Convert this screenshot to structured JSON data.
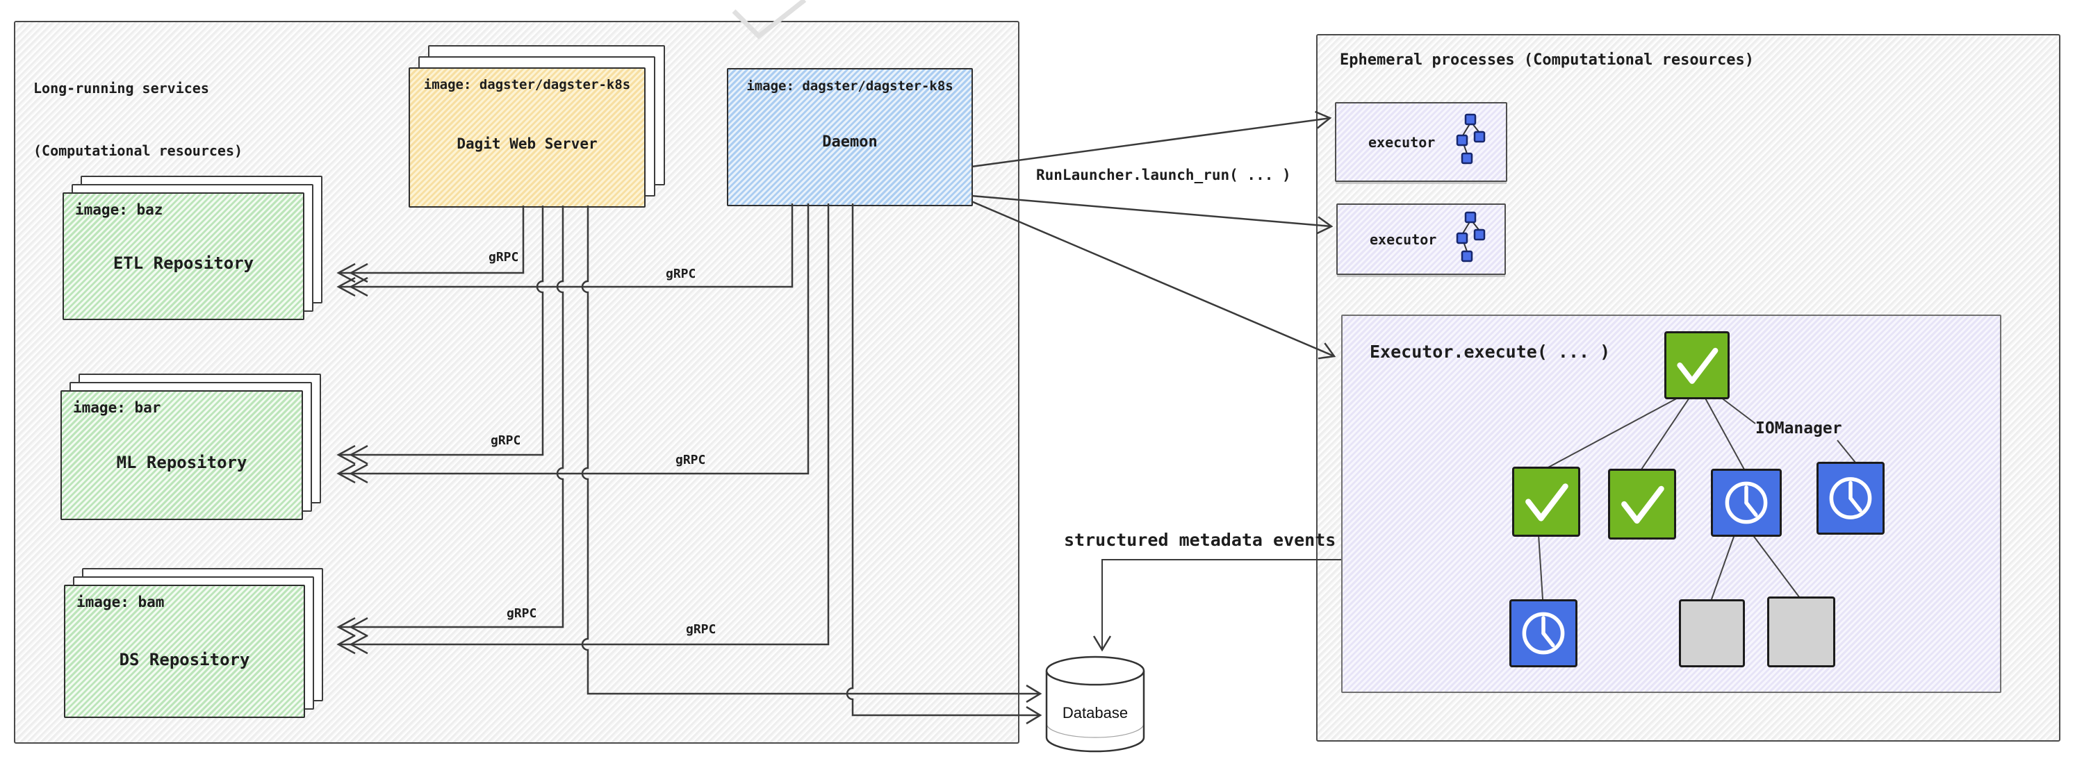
{
  "left_panel": {
    "title_line1": "Long-running services",
    "title_line2": "(Computational resources)"
  },
  "right_panel": {
    "title": "Ephemeral processes (Computational resources)"
  },
  "dagit": {
    "image_label": "image: dagster/dagster-k8s",
    "name": "Dagit Web Server"
  },
  "daemon": {
    "image_label": "image: dagster/dagster-k8s",
    "name": "Daemon"
  },
  "repositories": [
    {
      "image_label": "image: baz",
      "name": "ETL Repository"
    },
    {
      "image_label": "image: bar",
      "name": "ML Repository"
    },
    {
      "image_label": "image: bam",
      "name": "DS Repository"
    }
  ],
  "executors": [
    {
      "label": "executor"
    },
    {
      "label": "executor"
    }
  ],
  "executor_panel": {
    "title": "Executor.execute( ... )",
    "iomanager": "IOManager",
    "nodes": {
      "root": "success",
      "row2": [
        "success",
        "success",
        "running",
        "running"
      ],
      "row3": [
        "running",
        "queued",
        "queued"
      ]
    }
  },
  "connections": {
    "grpc": "gRPC",
    "run_launcher": "RunLauncher.launch_run( ... )",
    "structured_metadata": "structured metadata events"
  },
  "database": {
    "label": "Database"
  },
  "colors": {
    "green_node": "#72b622",
    "blue_node": "#4671e4",
    "gray_node": "#d2d2d2",
    "orange_fill": "#f7dfa2",
    "blue_fill": "#abcdf1",
    "green_fill": "#bce5ba",
    "lavender_fill": "#e7e4f7"
  }
}
